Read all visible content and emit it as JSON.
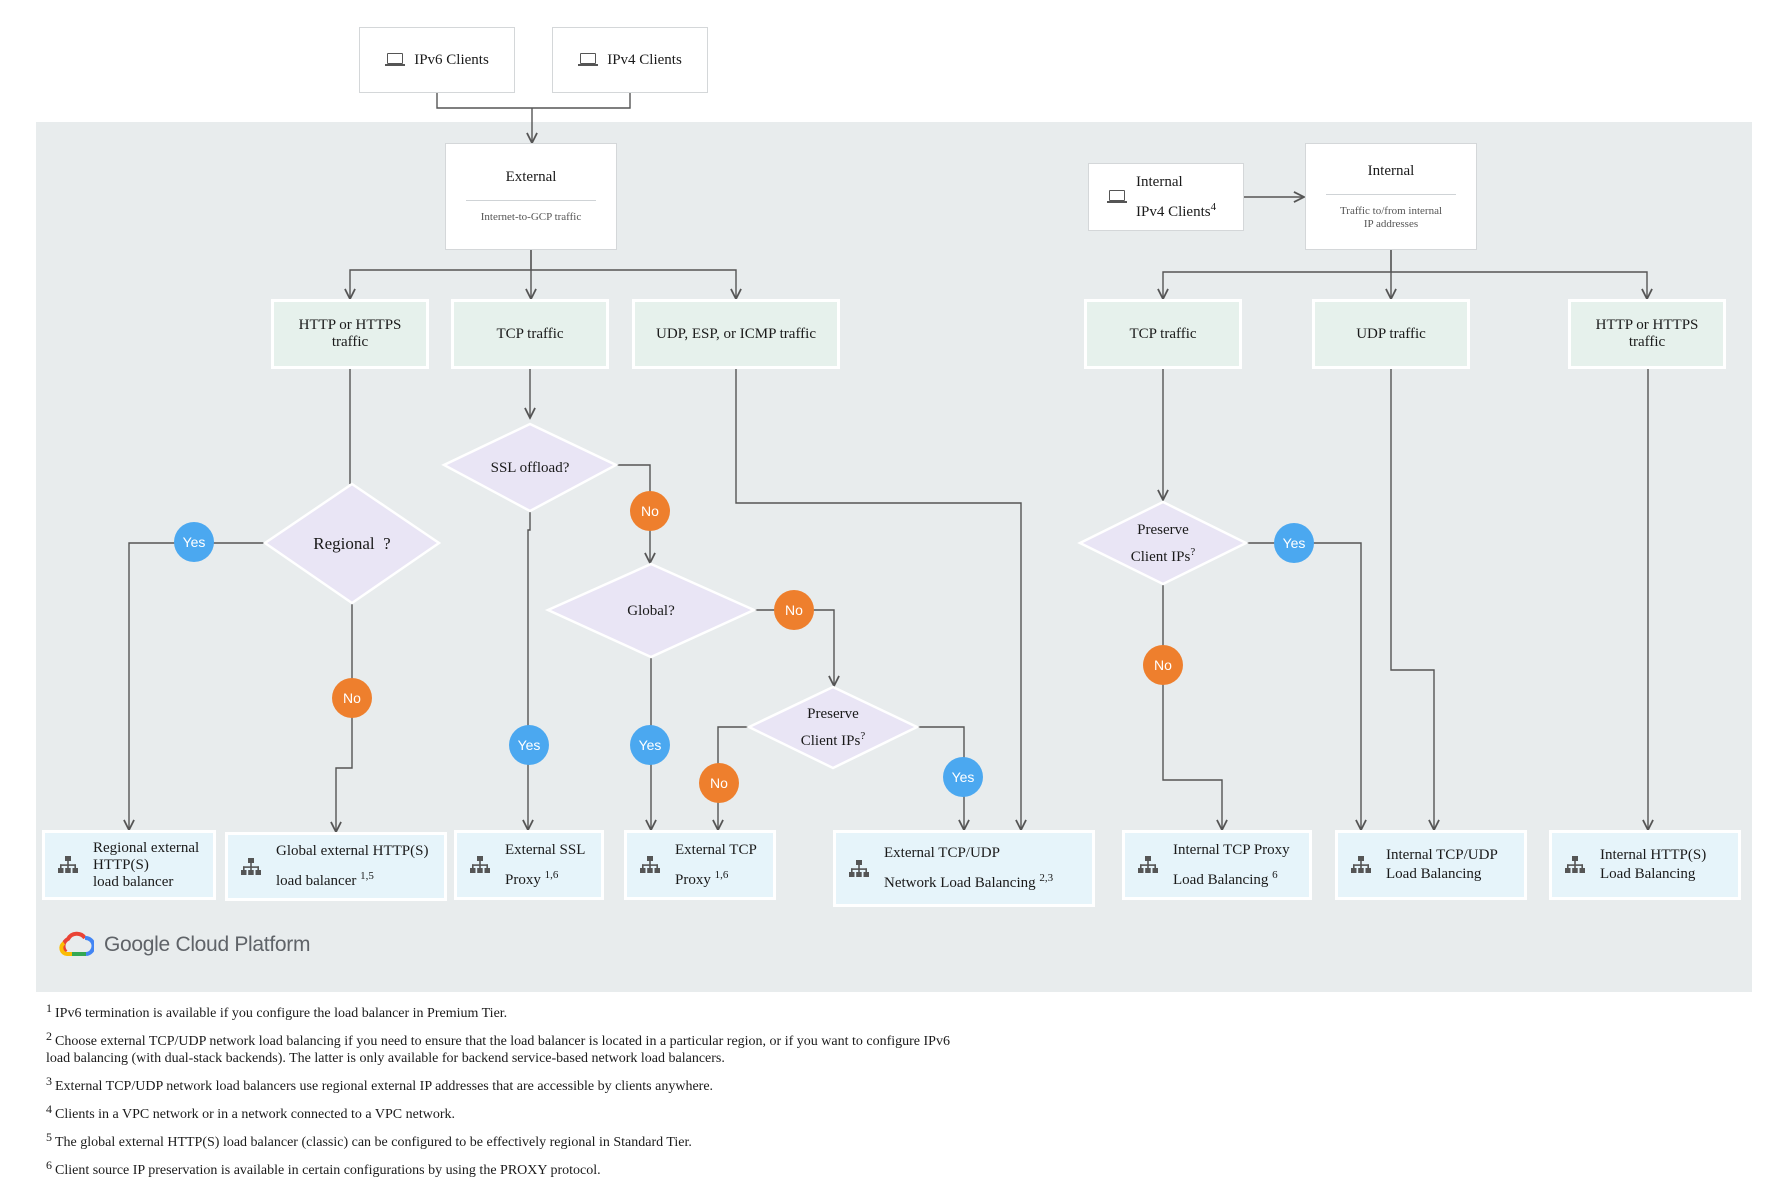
{
  "clients": {
    "ipv6": "IPv6 Clients",
    "ipv4": "IPv4 Clients",
    "internal_line1": "Internal",
    "internal_line2": "IPv4 Clients",
    "internal_note": "4"
  },
  "categories": {
    "external": {
      "title": "External",
      "subtitle": "Internet-to-GCP traffic"
    },
    "internal": {
      "title": "Internal",
      "subtitle_line1": "Traffic to/from internal",
      "subtitle_line2": "IP addresses"
    }
  },
  "traffic": {
    "ext_http_line1": "HTTP or HTTPS",
    "ext_http_line2": "traffic",
    "ext_tcp": "TCP traffic",
    "ext_udp": "UDP, ESP, or ICMP traffic",
    "int_tcp": "TCP traffic",
    "int_udp": "UDP traffic",
    "int_http_line1": "HTTP or HTTPS",
    "int_http_line2": "traffic"
  },
  "decisions": {
    "ssl_offload": "SSL offload?",
    "regional": "Regional",
    "regional_q": "?",
    "global": "Global?",
    "preserve_line1": "Preserve",
    "preserve_line2": "Client IPs",
    "preserve_q": "?"
  },
  "answers": {
    "yes": "Yes",
    "no": "No"
  },
  "results": {
    "regional_http": {
      "line1": "Regional external",
      "line2": "HTTP(S)",
      "line3": "load balancer"
    },
    "global_http": {
      "line1": "Global external HTTP(S)",
      "line2": "load balancer",
      "note": "1,5"
    },
    "ssl_proxy": {
      "line1": "External SSL",
      "line2": "Proxy",
      "note": "1,6"
    },
    "tcp_proxy": {
      "line1": "External TCP",
      "line2": "Proxy",
      "note": "1,6"
    },
    "netlb": {
      "line1": "External TCP/UDP",
      "line2": "Network Load Balancing",
      "note": "2,3"
    },
    "int_tcp_proxy": {
      "line1": "Internal TCP Proxy",
      "line2": "Load Balancing",
      "note": "6"
    },
    "int_tcpudp": {
      "line1": "Internal TCP/UDP",
      "line2": "Load Balancing"
    },
    "int_http": {
      "line1": "Internal HTTP(S)",
      "line2": "Load Balancing"
    }
  },
  "brand": {
    "name": "Google Cloud Platform",
    "colors": {
      "blue": "#4285f4",
      "red": "#ea4335",
      "yellow": "#fbbc04",
      "green": "#34a853"
    }
  },
  "colors": {
    "yes": "#4ba8f0",
    "no": "#ee7f2d",
    "traffic": "#e6f1ec",
    "result": "#e6f4fa",
    "decision": "#e9e5f5",
    "panel": "#e8eced"
  },
  "footnotes": [
    {
      "num": "1",
      "text": "IPv6 termination is available if you configure the load balancer in Premium Tier."
    },
    {
      "num": "2",
      "text": "Choose external TCP/UDP network load balancing if you need to ensure that the load balancer is located in a particular region, or if you want to configure IPv6 load balancing (with dual-stack backends). The latter is only available for backend service-based network load balancers."
    },
    {
      "num": "3",
      "text": "External TCP/UDP network load balancers use regional external IP addresses that are accessible by clients anywhere."
    },
    {
      "num": "4",
      "text": "Clients in a VPC network or in a network connected to a VPC network."
    },
    {
      "num": "5",
      "text": "The global external HTTP(S) load balancer (classic) can be configured to be effectively regional in Standard Tier."
    },
    {
      "num": "6",
      "text": "Client source IP preservation is available in certain configurations by using the PROXY protocol."
    }
  ]
}
